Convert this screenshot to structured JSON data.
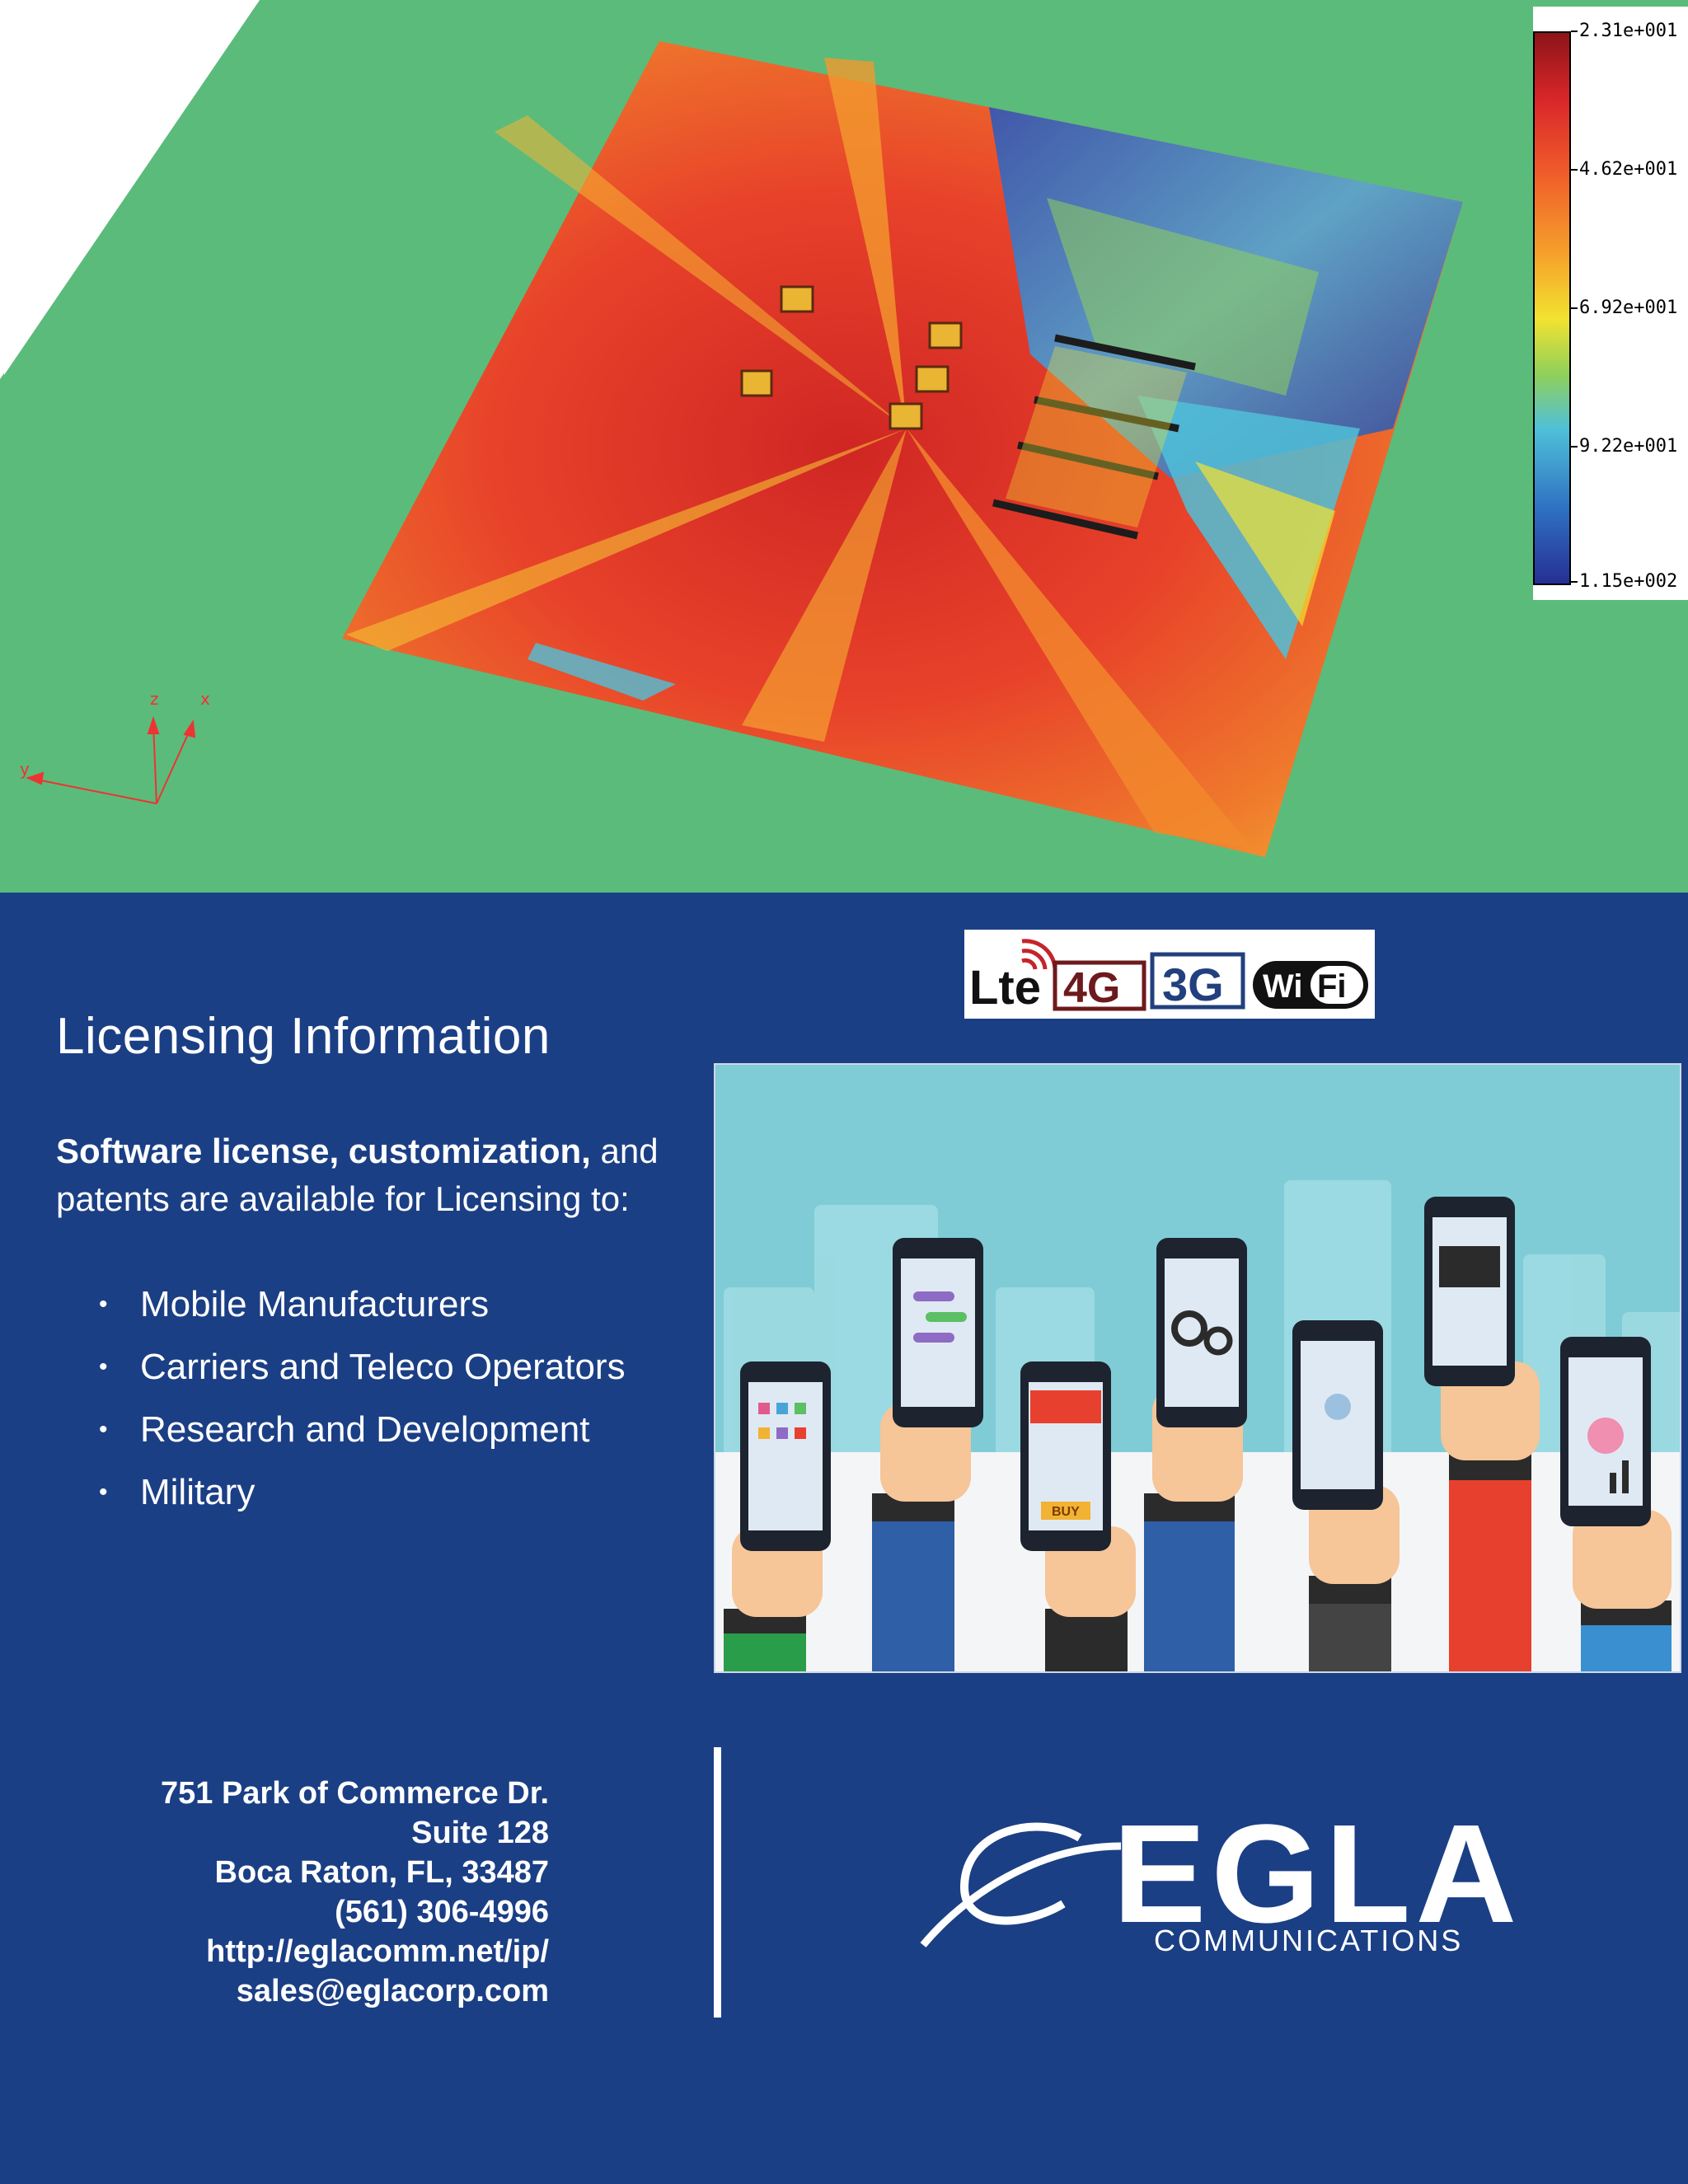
{
  "simulation": {
    "colorbar_ticks": [
      "2.31e+001",
      "4.62e+001",
      "6.92e+001",
      "9.22e+001",
      "1.15e+002"
    ],
    "axis_labels": {
      "z": "z",
      "x": "x",
      "y": "y"
    }
  },
  "badge": {
    "lte": "Lte",
    "g4": "4G",
    "g3": "3G",
    "wifi_wi": "Wi",
    "wifi_fi": "Fi"
  },
  "licensing": {
    "heading": "Licensing Information",
    "intro_bold": "Software license, customization,",
    "intro_rest": " and patents  are available for Licensing to:",
    "bullets": [
      "Mobile Manufacturers",
      "Carriers and Teleco Operators",
      "Research and Development",
      "Military"
    ]
  },
  "address": {
    "lines": [
      "751 Park of Commerce Dr.",
      "Suite 128",
      "Boca Raton, FL, 33487",
      "(561) 306-4996",
      "http://eglacomm.net/ip/",
      "sales@eglacorp.com"
    ]
  },
  "logo": {
    "word": "EGLA",
    "sub": "COMMUNICATIONS"
  },
  "phones_image": {
    "button_text": "BUY"
  }
}
